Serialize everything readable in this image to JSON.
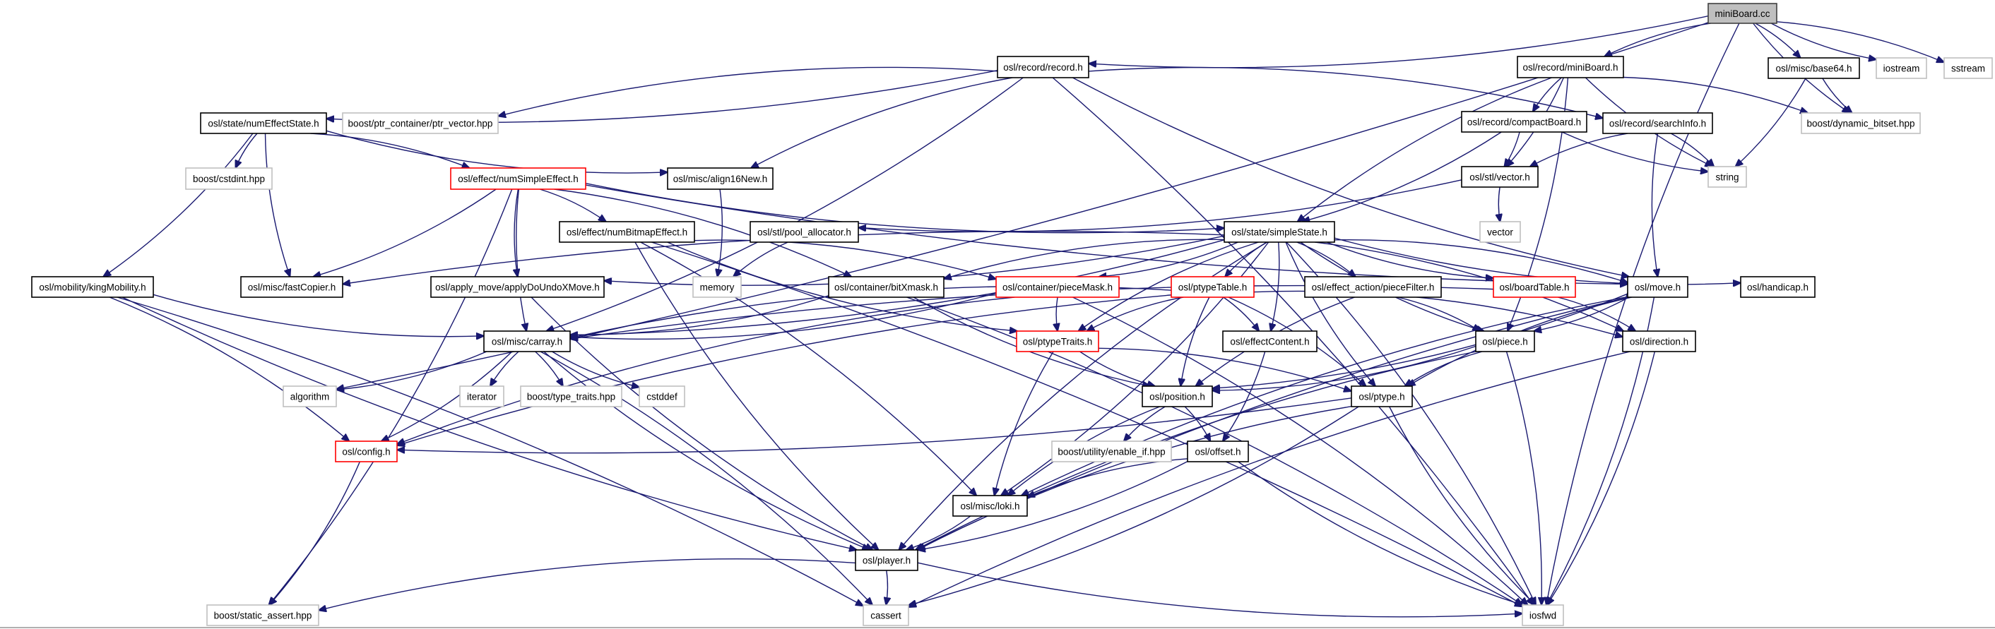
{
  "title": "miniBoard.cc include dependency graph",
  "colors": {
    "edge": "#191970",
    "root_fill": "#bfbfbf",
    "normal_border": "#000000",
    "red_border": "#ff0000",
    "external_border": "#bfbfbf"
  },
  "nodes": [
    {
      "id": "miniBoard_cc",
      "label": "miniBoard.cc",
      "kind": "root"
    },
    {
      "id": "record_h",
      "label": "osl/record/record.h",
      "kind": "normal"
    },
    {
      "id": "miniBoard_h",
      "label": "osl/record/miniBoard.h",
      "kind": "normal"
    },
    {
      "id": "base64_h",
      "label": "osl/misc/base64.h",
      "kind": "normal"
    },
    {
      "id": "iostream",
      "label": "iostream",
      "kind": "external"
    },
    {
      "id": "sstream",
      "label": "sstream",
      "kind": "external"
    },
    {
      "id": "numEffectState_h",
      "label": "osl/state/numEffectState.h",
      "kind": "normal"
    },
    {
      "id": "ptr_vector",
      "label": "boost/ptr_container/ptr_vector.hpp",
      "kind": "external"
    },
    {
      "id": "compactBoard_h",
      "label": "osl/record/compactBoard.h",
      "kind": "normal"
    },
    {
      "id": "searchInfo_h",
      "label": "osl/record/searchInfo.h",
      "kind": "normal"
    },
    {
      "id": "dynamic_bitset",
      "label": "boost/dynamic_bitset.hpp",
      "kind": "external"
    },
    {
      "id": "cstdint",
      "label": "boost/cstdint.hpp",
      "kind": "external"
    },
    {
      "id": "numSimpleEffect_h",
      "label": "osl/effect/numSimpleEffect.h",
      "kind": "red"
    },
    {
      "id": "align16New_h",
      "label": "osl/misc/align16New.h",
      "kind": "normal"
    },
    {
      "id": "stl_vector_h",
      "label": "osl/stl/vector.h",
      "kind": "normal"
    },
    {
      "id": "string",
      "label": "string",
      "kind": "external"
    },
    {
      "id": "numBitmapEffect_h",
      "label": "osl/effect/numBitmapEffect.h",
      "kind": "normal"
    },
    {
      "id": "pool_allocator_h",
      "label": "osl/stl/pool_allocator.h",
      "kind": "normal"
    },
    {
      "id": "simpleState_h",
      "label": "osl/state/simpleState.h",
      "kind": "normal"
    },
    {
      "id": "vector",
      "label": "vector",
      "kind": "external"
    },
    {
      "id": "kingMobility_h",
      "label": "osl/mobility/kingMobility.h",
      "kind": "normal"
    },
    {
      "id": "fastCopier_h",
      "label": "osl/misc/fastCopier.h",
      "kind": "normal"
    },
    {
      "id": "applyDoUndoXMove_h",
      "label": "osl/apply_move/applyDoUndoXMove.h",
      "kind": "normal"
    },
    {
      "id": "memory",
      "label": "memory",
      "kind": "external"
    },
    {
      "id": "bitXmask_h",
      "label": "osl/container/bitXmask.h",
      "kind": "normal"
    },
    {
      "id": "pieceMask_h",
      "label": "osl/container/pieceMask.h",
      "kind": "red"
    },
    {
      "id": "ptypeTable_h",
      "label": "osl/ptypeTable.h",
      "kind": "red"
    },
    {
      "id": "pieceFilter_h",
      "label": "osl/effect_action/pieceFilter.h",
      "kind": "normal"
    },
    {
      "id": "boardTable_h",
      "label": "osl/boardTable.h",
      "kind": "red"
    },
    {
      "id": "move_h",
      "label": "osl/move.h",
      "kind": "normal"
    },
    {
      "id": "handicap_h",
      "label": "osl/handicap.h",
      "kind": "normal"
    },
    {
      "id": "carray_h",
      "label": "osl/misc/carray.h",
      "kind": "normal"
    },
    {
      "id": "ptypeTraits_h",
      "label": "osl/ptypeTraits.h",
      "kind": "red"
    },
    {
      "id": "effectContent_h",
      "label": "osl/effectContent.h",
      "kind": "normal"
    },
    {
      "id": "piece_h",
      "label": "osl/piece.h",
      "kind": "normal"
    },
    {
      "id": "direction_h",
      "label": "osl/direction.h",
      "kind": "normal"
    },
    {
      "id": "algorithm",
      "label": "algorithm",
      "kind": "external"
    },
    {
      "id": "iterator",
      "label": "iterator",
      "kind": "external"
    },
    {
      "id": "type_traits",
      "label": "boost/type_traits.hpp",
      "kind": "external"
    },
    {
      "id": "cstddef",
      "label": "cstddef",
      "kind": "external"
    },
    {
      "id": "position_h",
      "label": "osl/position.h",
      "kind": "normal"
    },
    {
      "id": "ptype_h",
      "label": "osl/ptype.h",
      "kind": "normal"
    },
    {
      "id": "config_h",
      "label": "osl/config.h",
      "kind": "red"
    },
    {
      "id": "enable_if",
      "label": "boost/utility/enable_if.hpp",
      "kind": "external"
    },
    {
      "id": "offset_h",
      "label": "osl/offset.h",
      "kind": "normal"
    },
    {
      "id": "loki_h",
      "label": "osl/misc/loki.h",
      "kind": "normal"
    },
    {
      "id": "player_h",
      "label": "osl/player.h",
      "kind": "normal"
    },
    {
      "id": "static_assert",
      "label": "boost/static_assert.hpp",
      "kind": "external"
    },
    {
      "id": "cassert",
      "label": "cassert",
      "kind": "external"
    },
    {
      "id": "iosfwd",
      "label": "iosfwd",
      "kind": "external"
    }
  ],
  "edges": [
    [
      "miniBoard_cc",
      "record_h"
    ],
    [
      "miniBoard_cc",
      "miniBoard_h"
    ],
    [
      "miniBoard_cc",
      "base64_h"
    ],
    [
      "miniBoard_cc",
      "iostream"
    ],
    [
      "miniBoard_cc",
      "sstream"
    ],
    [
      "miniBoard_cc",
      "dynamic_bitset"
    ],
    [
      "miniBoard_cc",
      "algorithm"
    ],
    [
      "miniBoard_cc",
      "iosfwd"
    ],
    [
      "record_h",
      "numEffectState_h"
    ],
    [
      "record_h",
      "ptr_vector"
    ],
    [
      "record_h",
      "searchInfo_h"
    ],
    [
      "record_h",
      "align16New_h"
    ],
    [
      "record_h",
      "carray_h"
    ],
    [
      "record_h",
      "move_h"
    ],
    [
      "record_h",
      "iosfwd"
    ],
    [
      "miniBoard_h",
      "compactBoard_h"
    ],
    [
      "miniBoard_h",
      "stl_vector_h"
    ],
    [
      "miniBoard_h",
      "simpleState_h"
    ],
    [
      "miniBoard_h",
      "dynamic_bitset"
    ],
    [
      "miniBoard_h",
      "string"
    ],
    [
      "miniBoard_h",
      "piece_h"
    ],
    [
      "base64_h",
      "dynamic_bitset"
    ],
    [
      "base64_h",
      "string"
    ],
    [
      "numEffectState_h",
      "cstdint"
    ],
    [
      "numEffectState_h",
      "numSimpleEffect_h"
    ],
    [
      "numEffectState_h",
      "align16New_h"
    ],
    [
      "numEffectState_h",
      "kingMobility_h"
    ],
    [
      "numEffectState_h",
      "fastCopier_h"
    ],
    [
      "compactBoard_h",
      "stl_vector_h"
    ],
    [
      "compactBoard_h",
      "string"
    ],
    [
      "compactBoard_h",
      "simpleState_h"
    ],
    [
      "searchInfo_h",
      "stl_vector_h"
    ],
    [
      "searchInfo_h",
      "string"
    ],
    [
      "searchInfo_h",
      "move_h"
    ],
    [
      "numSimpleEffect_h",
      "numBitmapEffect_h"
    ],
    [
      "numSimpleEffect_h",
      "simpleState_h"
    ],
    [
      "numSimpleEffect_h",
      "fastCopier_h"
    ],
    [
      "numSimpleEffect_h",
      "applyDoUndoXMove_h"
    ],
    [
      "numSimpleEffect_h",
      "bitXmask_h"
    ],
    [
      "numSimpleEffect_h",
      "carray_h"
    ],
    [
      "numSimpleEffect_h",
      "static_assert"
    ],
    [
      "numSimpleEffect_h",
      "move_h"
    ],
    [
      "align16New_h",
      "memory"
    ],
    [
      "stl_vector_h",
      "vector"
    ],
    [
      "stl_vector_h",
      "pool_allocator_h"
    ],
    [
      "pool_allocator_h",
      "memory"
    ],
    [
      "numBitmapEffect_h",
      "pieceMask_h"
    ],
    [
      "numBitmapEffect_h",
      "ptypeTraits_h"
    ],
    [
      "numBitmapEffect_h",
      "loki_h"
    ],
    [
      "numBitmapEffect_h",
      "player_h"
    ],
    [
      "numBitmapEffect_h",
      "iosfwd"
    ],
    [
      "simpleState_h",
      "fastCopier_h"
    ],
    [
      "simpleState_h",
      "applyDoUndoXMove_h"
    ],
    [
      "simpleState_h",
      "bitXmask_h"
    ],
    [
      "simpleState_h",
      "pieceMask_h"
    ],
    [
      "simpleState_h",
      "ptypeTable_h"
    ],
    [
      "simpleState_h",
      "pieceFilter_h"
    ],
    [
      "simpleState_h",
      "boardTable_h"
    ],
    [
      "simpleState_h",
      "move_h"
    ],
    [
      "simpleState_h",
      "handicap_h"
    ],
    [
      "simpleState_h",
      "carray_h"
    ],
    [
      "simpleState_h",
      "ptypeTraits_h"
    ],
    [
      "simpleState_h",
      "effectContent_h"
    ],
    [
      "simpleState_h",
      "piece_h"
    ],
    [
      "simpleState_h",
      "direction_h"
    ],
    [
      "simpleState_h",
      "ptype_h"
    ],
    [
      "simpleState_h",
      "loki_h"
    ],
    [
      "simpleState_h",
      "player_h"
    ],
    [
      "simpleState_h",
      "iosfwd"
    ],
    [
      "kingMobility_h",
      "carray_h"
    ],
    [
      "kingMobility_h",
      "config_h"
    ],
    [
      "kingMobility_h",
      "player_h"
    ],
    [
      "kingMobility_h",
      "cassert"
    ],
    [
      "applyDoUndoXMove_h",
      "player_h"
    ],
    [
      "bitXmask_h",
      "carray_h"
    ],
    [
      "bitXmask_h",
      "position_h"
    ],
    [
      "bitXmask_h",
      "iosfwd"
    ],
    [
      "pieceMask_h",
      "ptypeTraits_h"
    ],
    [
      "pieceMask_h",
      "carray_h"
    ],
    [
      "pieceMask_h",
      "config_h"
    ],
    [
      "pieceMask_h",
      "iosfwd"
    ],
    [
      "ptypeTable_h",
      "ptypeTraits_h"
    ],
    [
      "ptypeTable_h",
      "effectContent_h"
    ],
    [
      "ptypeTable_h",
      "carray_h"
    ],
    [
      "ptypeTable_h",
      "direction_h"
    ],
    [
      "ptypeTable_h",
      "position_h"
    ],
    [
      "ptypeTable_h",
      "ptype_h"
    ],
    [
      "ptypeTable_h",
      "config_h"
    ],
    [
      "pieceFilter_h",
      "piece_h"
    ],
    [
      "pieceFilter_h",
      "position_h"
    ],
    [
      "boardTable_h",
      "direction_h"
    ],
    [
      "boardTable_h",
      "carray_h"
    ],
    [
      "move_h",
      "piece_h"
    ],
    [
      "move_h",
      "ptype_h"
    ],
    [
      "move_h",
      "position_h"
    ],
    [
      "move_h",
      "player_h"
    ],
    [
      "move_h",
      "iosfwd"
    ],
    [
      "move_h",
      "loki_h"
    ],
    [
      "carray_h",
      "algorithm"
    ],
    [
      "carray_h",
      "iterator"
    ],
    [
      "carray_h",
      "type_traits"
    ],
    [
      "carray_h",
      "cstddef"
    ],
    [
      "carray_h",
      "config_h"
    ],
    [
      "carray_h",
      "player_h"
    ],
    [
      "carray_h",
      "cassert"
    ],
    [
      "ptypeTraits_h",
      "position_h"
    ],
    [
      "ptypeTraits_h",
      "ptype_h"
    ],
    [
      "ptypeTraits_h",
      "loki_h"
    ],
    [
      "effectContent_h",
      "offset_h"
    ],
    [
      "piece_h",
      "ptype_h"
    ],
    [
      "piece_h",
      "position_h"
    ],
    [
      "piece_h",
      "player_h"
    ],
    [
      "piece_h",
      "iosfwd"
    ],
    [
      "direction_h",
      "cassert"
    ],
    [
      "direction_h",
      "iosfwd"
    ],
    [
      "position_h",
      "enable_if"
    ],
    [
      "position_h",
      "offset_h"
    ],
    [
      "position_h",
      "loki_h"
    ],
    [
      "ptype_h",
      "config_h"
    ],
    [
      "ptype_h",
      "player_h"
    ],
    [
      "ptype_h",
      "cassert"
    ],
    [
      "ptype_h",
      "iosfwd"
    ],
    [
      "config_h",
      "static_assert"
    ],
    [
      "offset_h",
      "loki_h"
    ],
    [
      "offset_h",
      "player_h"
    ],
    [
      "offset_h",
      "iosfwd"
    ],
    [
      "loki_h",
      "player_h"
    ],
    [
      "player_h",
      "static_assert"
    ],
    [
      "player_h",
      "cassert"
    ],
    [
      "player_h",
      "iosfwd"
    ]
  ]
}
